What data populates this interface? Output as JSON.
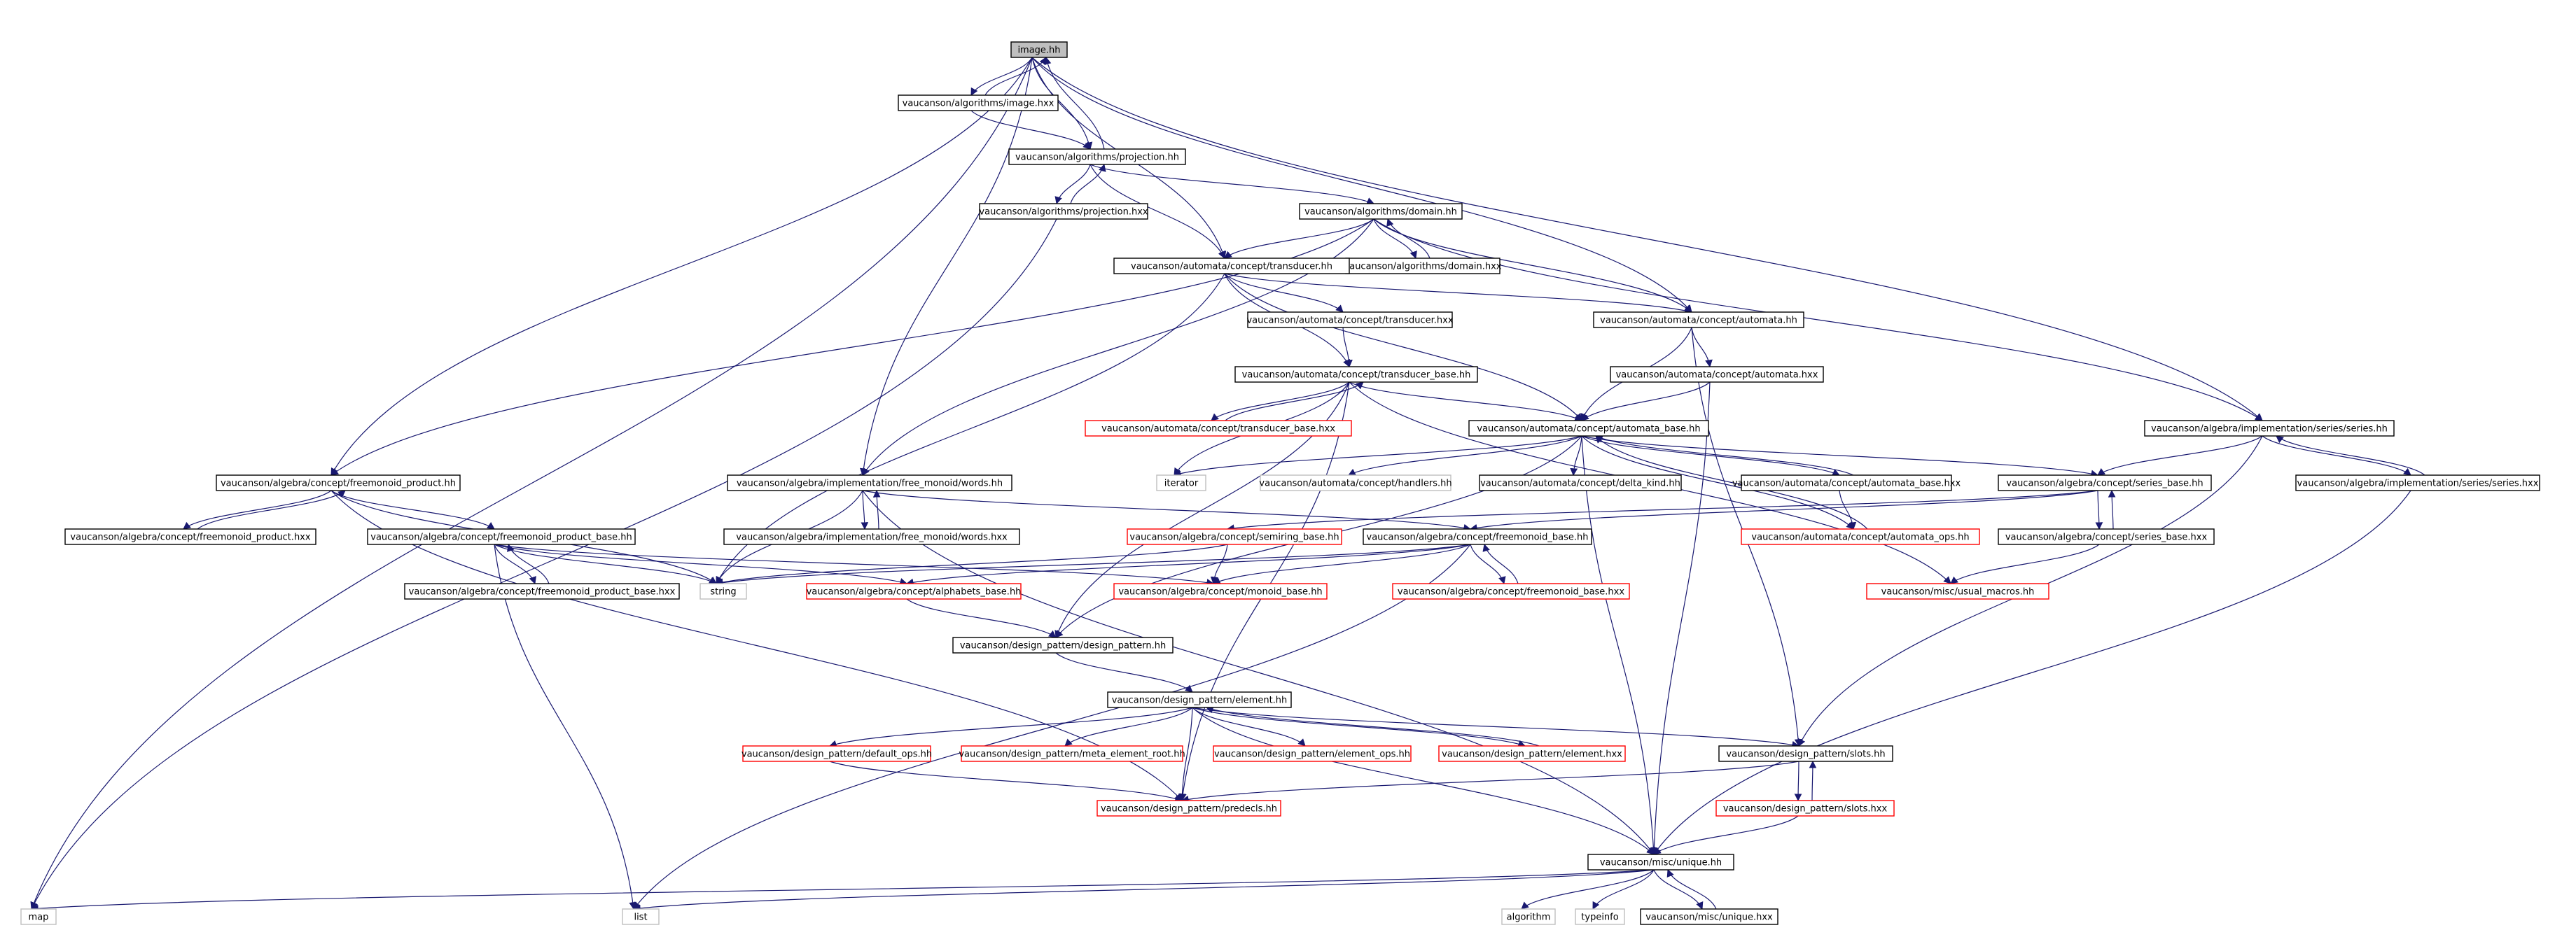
{
  "colors": {
    "edge": "#191970",
    "root_fill": "#bfbfbf",
    "node_border": "#000000",
    "missing_border": "#ff0000",
    "external_border": "#bfbfbf"
  },
  "nodes": [
    {
      "id": "image_hh",
      "label": "image.hh",
      "kind": "root"
    },
    {
      "id": "algo_image_hxx",
      "label": "vaucanson/algorithms/image.hxx",
      "kind": "normal"
    },
    {
      "id": "projection_hh",
      "label": "vaucanson/algorithms/projection.hh",
      "kind": "normal"
    },
    {
      "id": "projection_hxx",
      "label": "vaucanson/algorithms/projection.hxx",
      "kind": "normal"
    },
    {
      "id": "domain_hh",
      "label": "vaucanson/algorithms/domain.hh",
      "kind": "normal"
    },
    {
      "id": "domain_hxx",
      "label": "vaucanson/algorithms/domain.hxx",
      "kind": "normal"
    },
    {
      "id": "transducer_hh",
      "label": "vaucanson/automata/concept/transducer.hh",
      "kind": "normal"
    },
    {
      "id": "automata_hh",
      "label": "vaucanson/automata/concept/automata.hh",
      "kind": "normal"
    },
    {
      "id": "transducer_hxx",
      "label": "vaucanson/automata/concept/transducer.hxx",
      "kind": "normal"
    },
    {
      "id": "automata_hxx",
      "label": "vaucanson/automata/concept/automata.hxx",
      "kind": "normal"
    },
    {
      "id": "transducer_base_hh",
      "label": "vaucanson/automata/concept/transducer_base.hh",
      "kind": "normal"
    },
    {
      "id": "transducer_base_hxx",
      "label": "vaucanson/automata/concept/transducer_base.hxx",
      "kind": "missing"
    },
    {
      "id": "automata_base_hh",
      "label": "vaucanson/automata/concept/automata_base.hh",
      "kind": "normal"
    },
    {
      "id": "series_hh",
      "label": "vaucanson/algebra/implementation/series/series.hh",
      "kind": "normal"
    },
    {
      "id": "series_hxx",
      "label": "vaucanson/algebra/implementation/series/series.hxx",
      "kind": "normal"
    },
    {
      "id": "freemonoid_product_hh",
      "label": "vaucanson/algebra/concept/freemonoid_product.hh",
      "kind": "normal"
    },
    {
      "id": "freemonoid_product_hxx",
      "label": "vaucanson/algebra/concept/freemonoid_product.hxx",
      "kind": "normal"
    },
    {
      "id": "words_hh",
      "label": "vaucanson/algebra/implementation/free_monoid/words.hh",
      "kind": "normal"
    },
    {
      "id": "words_hxx",
      "label": "vaucanson/algebra/implementation/free_monoid/words.hxx",
      "kind": "normal"
    },
    {
      "id": "iterator",
      "label": "iterator",
      "kind": "external"
    },
    {
      "id": "handlers_hh",
      "label": "vaucanson/automata/concept/handlers.hh",
      "kind": "external"
    },
    {
      "id": "delta_kind_hh",
      "label": "vaucanson/automata/concept/delta_kind.hh",
      "kind": "normal"
    },
    {
      "id": "automata_base_hxx",
      "label": "vaucanson/automata/concept/automata_base.hxx",
      "kind": "normal"
    },
    {
      "id": "series_base_hh",
      "label": "vaucanson/algebra/concept/series_base.hh",
      "kind": "normal"
    },
    {
      "id": "freemonoid_product_base_hh",
      "label": "vaucanson/algebra/concept/freemonoid_product_base.hh",
      "kind": "normal"
    },
    {
      "id": "semiring_base_hh",
      "label": "vaucanson/algebra/concept/semiring_base.hh",
      "kind": "missing"
    },
    {
      "id": "freemonoid_base_hh",
      "label": "vaucanson/algebra/concept/freemonoid_base.hh",
      "kind": "normal"
    },
    {
      "id": "automata_ops_hh",
      "label": "vaucanson/automata/concept/automata_ops.hh",
      "kind": "missing"
    },
    {
      "id": "series_base_hxx",
      "label": "vaucanson/algebra/concept/series_base.hxx",
      "kind": "normal"
    },
    {
      "id": "freemonoid_product_base_hxx",
      "label": "vaucanson/algebra/concept/freemonoid_product_base.hxx",
      "kind": "normal"
    },
    {
      "id": "string",
      "label": "string",
      "kind": "external"
    },
    {
      "id": "alphabets_base_hh",
      "label": "vaucanson/algebra/concept/alphabets_base.hh",
      "kind": "missing"
    },
    {
      "id": "monoid_base_hh",
      "label": "vaucanson/algebra/concept/monoid_base.hh",
      "kind": "missing"
    },
    {
      "id": "freemonoid_base_hxx",
      "label": "vaucanson/algebra/concept/freemonoid_base.hxx",
      "kind": "missing"
    },
    {
      "id": "usual_macros_hh",
      "label": "vaucanson/misc/usual_macros.hh",
      "kind": "missing"
    },
    {
      "id": "design_pattern_hh",
      "label": "vaucanson/design_pattern/design_pattern.hh",
      "kind": "normal"
    },
    {
      "id": "element_hh",
      "label": "vaucanson/design_pattern/element.hh",
      "kind": "normal"
    },
    {
      "id": "default_ops_hh",
      "label": "vaucanson/design_pattern/default_ops.hh",
      "kind": "missing"
    },
    {
      "id": "meta_element_root_hh",
      "label": "vaucanson/design_pattern/meta_element_root.hh",
      "kind": "missing"
    },
    {
      "id": "element_ops_hh",
      "label": "vaucanson/design_pattern/element_ops.hh",
      "kind": "missing"
    },
    {
      "id": "element_hxx",
      "label": "vaucanson/design_pattern/element.hxx",
      "kind": "missing"
    },
    {
      "id": "slots_hh",
      "label": "vaucanson/design_pattern/slots.hh",
      "kind": "normal"
    },
    {
      "id": "predecls_hh",
      "label": "vaucanson/design_pattern/predecls.hh",
      "kind": "missing"
    },
    {
      "id": "slots_hxx",
      "label": "vaucanson/design_pattern/slots.hxx",
      "kind": "missing"
    },
    {
      "id": "unique_hh",
      "label": "vaucanson/misc/unique.hh",
      "kind": "normal"
    },
    {
      "id": "map",
      "label": "map",
      "kind": "external"
    },
    {
      "id": "list",
      "label": "list",
      "kind": "external"
    },
    {
      "id": "algorithm",
      "label": "algorithm",
      "kind": "external"
    },
    {
      "id": "typeinfo",
      "label": "typeinfo",
      "kind": "external"
    },
    {
      "id": "unique_hxx",
      "label": "vaucanson/misc/unique.hxx",
      "kind": "normal"
    }
  ],
  "edges": [
    [
      "image_hh",
      "algo_image_hxx"
    ],
    [
      "algo_image_hxx",
      "image_hh"
    ],
    [
      "image_hh",
      "projection_hh"
    ],
    [
      "projection_hh",
      "image_hh"
    ],
    [
      "image_hh",
      "transducer_hh"
    ],
    [
      "image_hh",
      "automata_hh"
    ],
    [
      "image_hh",
      "series_hh"
    ],
    [
      "image_hh",
      "freemonoid_product_hh"
    ],
    [
      "image_hh",
      "words_hh"
    ],
    [
      "image_hh",
      "map"
    ],
    [
      "algo_image_hxx",
      "projection_hh"
    ],
    [
      "projection_hh",
      "projection_hxx"
    ],
    [
      "projection_hxx",
      "projection_hh"
    ],
    [
      "projection_hh",
      "domain_hh"
    ],
    [
      "projection_hh",
      "transducer_hh"
    ],
    [
      "projection_hxx",
      "map"
    ],
    [
      "domain_hh",
      "domain_hxx"
    ],
    [
      "domain_hxx",
      "domain_hh"
    ],
    [
      "domain_hh",
      "transducer_hh"
    ],
    [
      "domain_hh",
      "automata_hh"
    ],
    [
      "domain_hh",
      "series_hh"
    ],
    [
      "domain_hh",
      "freemonoid_product_hh"
    ],
    [
      "domain_hh",
      "words_hh"
    ],
    [
      "transducer_hh",
      "automata_hh"
    ],
    [
      "transducer_hh",
      "transducer_hxx"
    ],
    [
      "transducer_hh",
      "transducer_base_hh"
    ],
    [
      "transducer_hh",
      "automata_base_hh"
    ],
    [
      "transducer_hh",
      "string"
    ],
    [
      "transducer_hxx",
      "transducer_base_hh"
    ],
    [
      "automata_hh",
      "automata_hxx"
    ],
    [
      "automata_hh",
      "automata_base_hh"
    ],
    [
      "automata_hh",
      "slots_hh"
    ],
    [
      "automata_hxx",
      "automata_base_hh"
    ],
    [
      "automata_hxx",
      "unique_hh"
    ],
    [
      "transducer_base_hh",
      "transducer_base_hxx"
    ],
    [
      "transducer_base_hxx",
      "transducer_base_hh"
    ],
    [
      "transducer_base_hh",
      "automata_base_hh"
    ],
    [
      "transducer_base_hh",
      "design_pattern_hh"
    ],
    [
      "transducer_base_hh",
      "iterator"
    ],
    [
      "transducer_base_hh",
      "predecls_hh"
    ],
    [
      "transducer_base_hh",
      "usual_macros_hh"
    ],
    [
      "automata_base_hh",
      "iterator"
    ],
    [
      "automata_base_hh",
      "handlers_hh"
    ],
    [
      "automata_base_hh",
      "delta_kind_hh"
    ],
    [
      "automata_base_hh",
      "automata_base_hxx"
    ],
    [
      "automata_base_hxx",
      "automata_base_hh"
    ],
    [
      "automata_base_hh",
      "series_base_hh"
    ],
    [
      "automata_base_hh",
      "automata_ops_hh"
    ],
    [
      "automata_base_hh",
      "design_pattern_hh"
    ],
    [
      "automata_base_hh",
      "unique_hh"
    ],
    [
      "automata_base_hxx",
      "automata_ops_hh"
    ],
    [
      "automata_ops_hh",
      "automata_base_hh"
    ],
    [
      "series_hh",
      "series_hxx"
    ],
    [
      "series_hxx",
      "series_hh"
    ],
    [
      "series_hh",
      "series_base_hh"
    ],
    [
      "series_hh",
      "slots_hh"
    ],
    [
      "series_hxx",
      "unique_hh"
    ],
    [
      "series_base_hh",
      "series_base_hxx"
    ],
    [
      "series_base_hxx",
      "series_base_hh"
    ],
    [
      "series_base_hh",
      "semiring_base_hh"
    ],
    [
      "series_base_hh",
      "freemonoid_base_hh"
    ],
    [
      "series_base_hxx",
      "usual_macros_hh"
    ],
    [
      "freemonoid_product_hh",
      "freemonoid_product_hxx"
    ],
    [
      "freemonoid_product_hxx",
      "freemonoid_product_hh"
    ],
    [
      "freemonoid_product_hh",
      "freemonoid_product_base_hh"
    ],
    [
      "freemonoid_product_hh",
      "string"
    ],
    [
      "freemonoid_product_hh",
      "predecls_hh"
    ],
    [
      "freemonoid_product_base_hh",
      "freemonoid_product_base_hxx"
    ],
    [
      "freemonoid_product_base_hxx",
      "freemonoid_product_base_hh"
    ],
    [
      "freemonoid_product_base_hh",
      "string"
    ],
    [
      "freemonoid_product_base_hh",
      "alphabets_base_hh"
    ],
    [
      "freemonoid_product_base_hh",
      "monoid_base_hh"
    ],
    [
      "freemonoid_product_base_hh",
      "list"
    ],
    [
      "words_hh",
      "words_hxx"
    ],
    [
      "words_hxx",
      "words_hh"
    ],
    [
      "words_hh",
      "string"
    ],
    [
      "words_hh",
      "freemonoid_base_hh"
    ],
    [
      "words_hh",
      "unique_hh"
    ],
    [
      "semiring_base_hh",
      "monoid_base_hh"
    ],
    [
      "semiring_base_hh",
      "string"
    ],
    [
      "freemonoid_base_hh",
      "freemonoid_base_hxx"
    ],
    [
      "freemonoid_base_hxx",
      "freemonoid_base_hh"
    ],
    [
      "freemonoid_base_hh",
      "string"
    ],
    [
      "freemonoid_base_hh",
      "alphabets_base_hh"
    ],
    [
      "freemonoid_base_hh",
      "monoid_base_hh"
    ],
    [
      "freemonoid_base_hh",
      "list"
    ],
    [
      "alphabets_base_hh",
      "design_pattern_hh"
    ],
    [
      "design_pattern_hh",
      "element_hh"
    ],
    [
      "element_hh",
      "default_ops_hh"
    ],
    [
      "element_hh",
      "meta_element_root_hh"
    ],
    [
      "element_hh",
      "element_ops_hh"
    ],
    [
      "element_hh",
      "element_hxx"
    ],
    [
      "element_hxx",
      "element_hh"
    ],
    [
      "element_hh",
      "slots_hh"
    ],
    [
      "element_hh",
      "predecls_hh"
    ],
    [
      "element_hh",
      "unique_hh"
    ],
    [
      "default_ops_hh",
      "predecls_hh"
    ],
    [
      "slots_hh",
      "predecls_hh"
    ],
    [
      "slots_hh",
      "slots_hxx"
    ],
    [
      "slots_hxx",
      "slots_hh"
    ],
    [
      "slots_hxx",
      "unique_hh"
    ],
    [
      "unique_hh",
      "map"
    ],
    [
      "unique_hh",
      "list"
    ],
    [
      "unique_hh",
      "algorithm"
    ],
    [
      "unique_hh",
      "typeinfo"
    ],
    [
      "unique_hh",
      "unique_hxx"
    ],
    [
      "unique_hxx",
      "unique_hh"
    ]
  ]
}
